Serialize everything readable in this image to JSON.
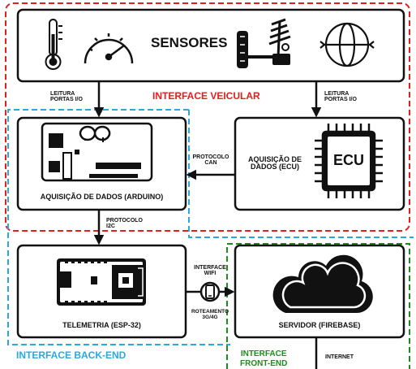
{
  "regions": {
    "vehicle": "INTERFACE VEICULAR",
    "backend": "INTERFACE BACK-END",
    "frontend_line1": "INTERFACE",
    "frontend_line2": "FRONT-END"
  },
  "boxes": {
    "sensors": "SENSORES",
    "arduino": "AQUISIÇÃO DE DADOS (ARDUINO)",
    "ecu_line1": "AQUISIÇÃO DE",
    "ecu_line2": "DADOS (ECU)",
    "ecu_chip": "ECU",
    "esp": "TELEMETRIA (ESP-32)",
    "server": "SERVIDOR (FIREBASE)"
  },
  "links": {
    "left_read_1": "LEITURA",
    "left_read_2": "PORTAS I/O",
    "right_read_1": "LEITURA",
    "right_read_2": "PORTAS I/O",
    "can_1": "PROTOCOLO",
    "can_2": "CAN",
    "i2c_1": "PROTOCOLO",
    "i2c_2": "I2C",
    "wifi_1": "INTERFACE",
    "wifi_2": "WIFI",
    "route_1": "ROTEAMENTO",
    "route_2": "3G/4G",
    "internet": "INTERNET"
  },
  "colors": {
    "vehicle": "#e0201e",
    "backend": "#29a8e0",
    "frontend": "#1f8a1f"
  },
  "icons": [
    "thermometer-icon",
    "speedometer-icon",
    "suspension-icon",
    "gyroscope-icon",
    "arduino-board-icon",
    "ecu-chip-icon",
    "esp32-board-icon",
    "phone-icon",
    "cloud-icon"
  ]
}
